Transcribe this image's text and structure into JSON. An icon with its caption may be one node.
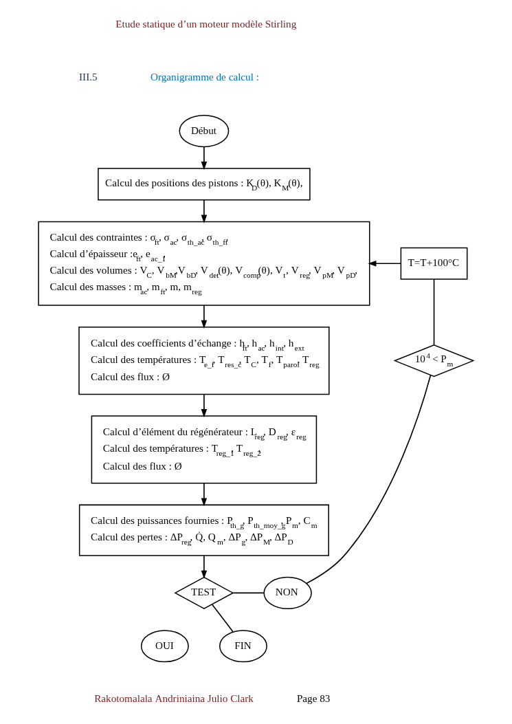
{
  "diagram": {
    "nodes": [
      {
        "text": [
          "Début"
        ]
      },
      {
        "text": [
          "Calcul des positions des pistons : K$_{D}$(θ), K$_{M}$(θ),"
        ]
      },
      {
        "text": [
          "Calcul des contraintes : σ$_{ft}$, σ$_{ac}$, σ$_{th_ac}$, σ$_{th_ft}$,",
          "Calcul d’épaisseur :e$_{ft}$, e$_{ac_1}$,",
          "Calcul des volumes : V$_{C}$, V$_{bM}$,V$_{bD}$, V$_{det}$(θ), V$_{comp}$(θ), V$_{t}$, V$_{reg}$, V$_{pM}$, V$_{pD}$,",
          "Calcul des masses : m$_{ac}$, m$_{ft}$, m, m$_{reg}$"
        ]
      },
      {
        "text": [
          "Calcul des coefficients d’échange : h$_{ft}$, h$_{ac}$, h$_{int}$, h$_{ext}$",
          "Calcul des températures : T$_{e_f}$, T$_{res_c}$, T$_{C}$, T$_{f}$, T$_{paroi}$, T$_{reg}$",
          "Calcul des flux : Ø"
        ]
      },
      {
        "text": [
          "Calcul d’élément du régénérateur : L$_{reg}$, D$_{reg}$, ε$_{reg}$",
          "Calcul des températures : T$_{reg_1}$, T$_{reg_2}$,",
          "Calcul des flux : Ø"
        ]
      },
      {
        "text": [
          "Calcul des puissances fournies : P$_{th_g}$, P$_{th_moy_g}$, P$_{m}$, C$_{m}$",
          "Calcul des pertes : ΔP$_{reg}$, Q̇, Q$_{m}$, ΔP$_{g}$, ΔP$_{M}$, ΔP$_{D}$"
        ]
      },
      {
        "text": [
          "TEST"
        ]
      },
      {
        "text": [
          "NON"
        ]
      },
      {
        "text": [
          "10$^{4}$ < P$_{m}$"
        ]
      },
      {
        "text": [
          "T=T+100°C"
        ]
      },
      {
        "text": [
          "OUI"
        ]
      },
      {
        "text": [
          "FIN"
        ]
      }
    ],
    "edges": [
      {
        "from": 0,
        "to": 1,
        "arrow": "to"
      },
      {
        "from": 1,
        "to": 2,
        "arrow": "to"
      },
      {
        "from": 2,
        "to": 3,
        "arrow": "to"
      },
      {
        "from": 3,
        "to": 4,
        "arrow": "to"
      },
      {
        "from": 4,
        "to": 5,
        "arrow": "to"
      },
      {
        "from": 5,
        "to": 6,
        "arrow": "to"
      },
      {
        "from": 6,
        "to": 7,
        "arrow": "none"
      },
      {
        "from": 7,
        "to": 8,
        "arrow": "none"
      },
      {
        "from": 8,
        "to": 9,
        "arrow": "none"
      },
      {
        "from": 9,
        "to": 2,
        "arrow": "to"
      },
      {
        "from": 6,
        "to": 11,
        "arrow": "none"
      }
    ],
    "labels": [
      "Etude statique d’un moteur modèle Stirling",
      "III.5",
      "Organigramme de calcul :",
      "Rakotomalala Andriniaina Julio Clark",
      "Page 83"
    ]
  }
}
